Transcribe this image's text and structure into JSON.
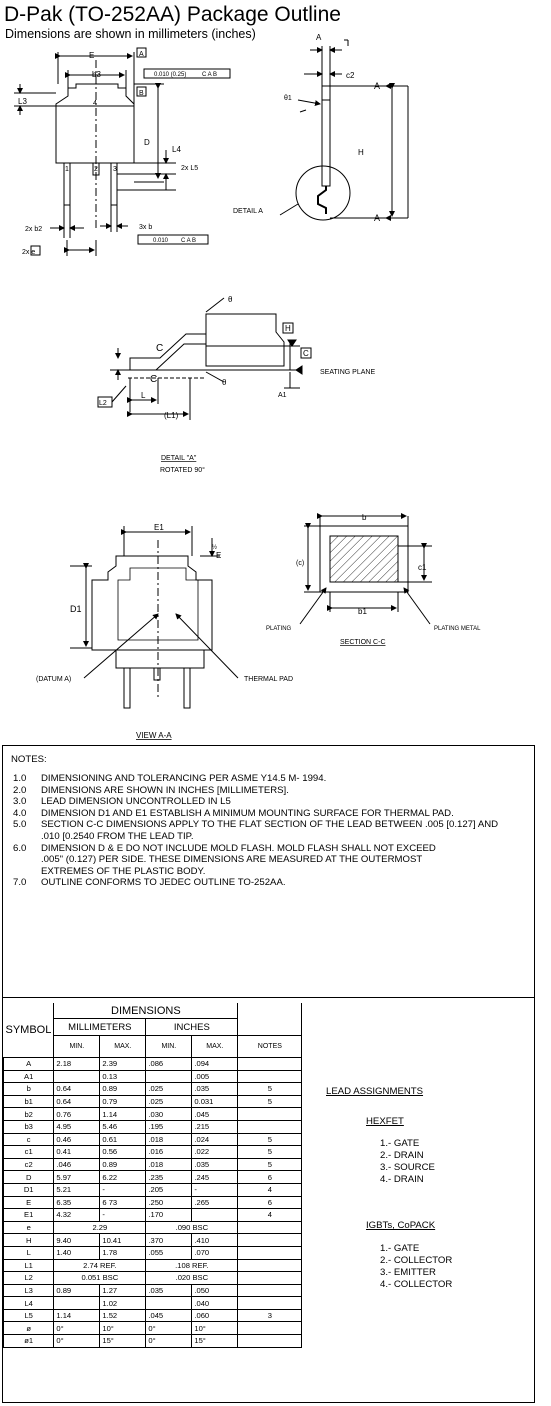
{
  "header": {
    "title": "D-Pak (TO-252AA) Package Outline",
    "subtitle": "Dimensions are shown in millimeters (inches)"
  },
  "drawing_labels": {
    "E": "E",
    "A_box": "A",
    "b3": "b3",
    "tol1": "0.010 (0.25)",
    "tol1_refs": "C A B",
    "B_box": "B",
    "L3": "L3",
    "pad4": "4",
    "D": "D",
    "L4": "L4",
    "L5": "2x L5",
    "pins": [
      "1",
      "2",
      "3"
    ],
    "b2": "2x b2",
    "b": "3x b",
    "tol2": "0.010",
    "tol2_refs": "C A B",
    "e": "2x e",
    "A_side": "A",
    "c2": "c2",
    "theta1": "θ1",
    "H": "H",
    "detailA": "DETAIL A",
    "arrowA1": "A",
    "arrowA2": "A",
    "theta_top": "θ",
    "H_box": "H",
    "C_box": "C",
    "C1": "C",
    "C2": "C",
    "theta_bot": "θ",
    "seating": "SEATING PLANE",
    "L2_box": "L2",
    "L": "L",
    "A1": "A1",
    "L1": "(L1)",
    "detail_caption": "DETAIL \"A\"",
    "rotated": "ROTATED 90°",
    "E1": "E1",
    "half_E": "E",
    "D1": "D1",
    "datumA": "(DATUM A)",
    "thermal": "THERMAL PAD",
    "view_caption": "VIEW A-A",
    "sec_b": "b",
    "sec_c": "(c)",
    "sec_c1": "c1",
    "sec_b1": "b1",
    "plating": "PLATING",
    "plating_metal": "PLATING METAL",
    "section_caption": "SECTION C-C"
  },
  "notes": {
    "heading": "NOTES:",
    "items": [
      {
        "num": "1.0",
        "text": "DIMENSIONING AND TOLERANCING PER ASME Y14.5 M- 1994."
      },
      {
        "num": "2.0",
        "text": "DIMENSIONS ARE SHOWN IN INCHES [MILLIMETERS]."
      },
      {
        "num": "3.0",
        "text": "LEAD DIMENSION UNCONTROLLED IN L5"
      },
      {
        "num": "4.0",
        "text": "DIMENSION D1 AND E1 ESTABLISH A MINIMUM MOUNTING SURFACE FOR THERMAL PAD."
      },
      {
        "num": "5.0",
        "text": "SECTION C-C DIMENSIONS APPLY TO THE FLAT SECTION OF THE LEAD BETWEEN .005 [0.127] AND\n.010 [0.2540 FROM THE LEAD TIP."
      },
      {
        "num": "6.0",
        "text": "DIMENSION D & E DO NOT INCLUDE MOLD FLASH. MOLD FLASH SHALL NOT EXCEED\n.005\" (0.127) PER SIDE. THESE DIMENSIONS ARE MEASURED AT THE OUTERMOST\nEXTREMES OF THE PLASTIC BODY."
      },
      {
        "num": "7.0",
        "text": "OUTLINE CONFORMS TO JEDEC OUTLINE TO-252AA."
      }
    ]
  },
  "dimensions_table": {
    "title": "DIMENSIONS",
    "symbol": "SYMBOL",
    "mm": "MILLIMETERS",
    "inches": "INCHES",
    "min": "MIN.",
    "max": "MAX.",
    "notes_col": "NOTES",
    "rows": [
      {
        "sym": "A",
        "mm_min": "2.18",
        "mm_max": "2.39",
        "in_min": ".086",
        "in_max": ".094",
        "note": ""
      },
      {
        "sym": "A1",
        "mm_min": "",
        "mm_max": "0.13",
        "in_min": "",
        "in_max": ".005",
        "note": ""
      },
      {
        "sym": "b",
        "mm_min": "0.64",
        "mm_max": "0.89",
        "in_min": ".025",
        "in_max": ".035",
        "note": "5"
      },
      {
        "sym": "b1",
        "mm_min": "0.64",
        "mm_max": "0.79",
        "in_min": ".025",
        "in_max": "0.031",
        "note": "5"
      },
      {
        "sym": "b2",
        "mm_min": "0.76",
        "mm_max": "1.14",
        "in_min": ".030",
        "in_max": ".045",
        "note": ""
      },
      {
        "sym": "b3",
        "mm_min": "4.95",
        "mm_max": "5.46",
        "in_min": ".195",
        "in_max": ".215",
        "note": ""
      },
      {
        "sym": "c",
        "mm_min": "0.46",
        "mm_max": "0.61",
        "in_min": ".018",
        "in_max": ".024",
        "note": "5"
      },
      {
        "sym": "c1",
        "mm_min": "0.41",
        "mm_max": "0.56",
        "in_min": ".016",
        "in_max": ".022",
        "note": "5"
      },
      {
        "sym": "c2",
        "mm_min": ".046",
        "mm_max": "0.89",
        "in_min": ".018",
        "in_max": ".035",
        "note": "5"
      },
      {
        "sym": "D",
        "mm_min": "5.97",
        "mm_max": "6.22",
        "in_min": ".235",
        "in_max": ".245",
        "note": "6"
      },
      {
        "sym": "D1",
        "mm_min": "5.21",
        "mm_max": "-",
        "in_min": ".205",
        "in_max": "-",
        "note": "4"
      },
      {
        "sym": "E",
        "mm_min": "6.35",
        "mm_max": "6 73",
        "in_min": ".250",
        "in_max": ".265",
        "note": "6"
      },
      {
        "sym": "E1",
        "mm_min": "4.32",
        "mm_max": "-",
        "in_min": ".170",
        "in_max": "",
        "note": "4"
      },
      {
        "sym": "e",
        "mm_span": "2.29",
        "in_span": ".090 BSC",
        "note": ""
      },
      {
        "sym": "H",
        "mm_min": "9.40",
        "mm_max": "10.41",
        "in_min": ".370",
        "in_max": ".410",
        "note": ""
      },
      {
        "sym": "L",
        "mm_min": "1.40",
        "mm_max": "1.78",
        "in_min": ".055",
        "in_max": ".070",
        "note": ""
      },
      {
        "sym": "L1",
        "mm_span": "2.74 REF.",
        "in_span": ".108 REF.",
        "note": ""
      },
      {
        "sym": "L2",
        "mm_span": "0.051 BSC",
        "in_span": ".020 BSC",
        "note": ""
      },
      {
        "sym": "L3",
        "mm_min": "0.89",
        "mm_max": "1.27",
        "in_min": ".035",
        "in_max": ".050",
        "note": ""
      },
      {
        "sym": "L4",
        "mm_min": "",
        "mm_max": "1.02",
        "in_min": "",
        "in_max": ".040",
        "note": ""
      },
      {
        "sym": "L5",
        "mm_min": "1.14",
        "mm_max": "1.52",
        "in_min": ".045",
        "in_max": ".060",
        "note": "3"
      },
      {
        "sym": "ø",
        "mm_min": "0°",
        "mm_max": "10°",
        "in_min": "0°",
        "in_max": "10°",
        "note": ""
      },
      {
        "sym": "ø1",
        "mm_min": "0°",
        "mm_max": "15°",
        "in_min": "0°",
        "in_max": "15°",
        "note": ""
      }
    ]
  },
  "lead_assignments": {
    "title": "LEAD ASSIGNMENTS",
    "hexfet": {
      "title": "HEXFET",
      "items": [
        "1.- GATE",
        "2.- DRAIN",
        "3.- SOURCE",
        "4.- DRAIN"
      ]
    },
    "igbt": {
      "title": "IGBTs, CoPACK",
      "items": [
        "1.- GATE",
        "2.- COLLECTOR",
        "3.- EMITTER",
        "4.- COLLECTOR"
      ]
    }
  }
}
